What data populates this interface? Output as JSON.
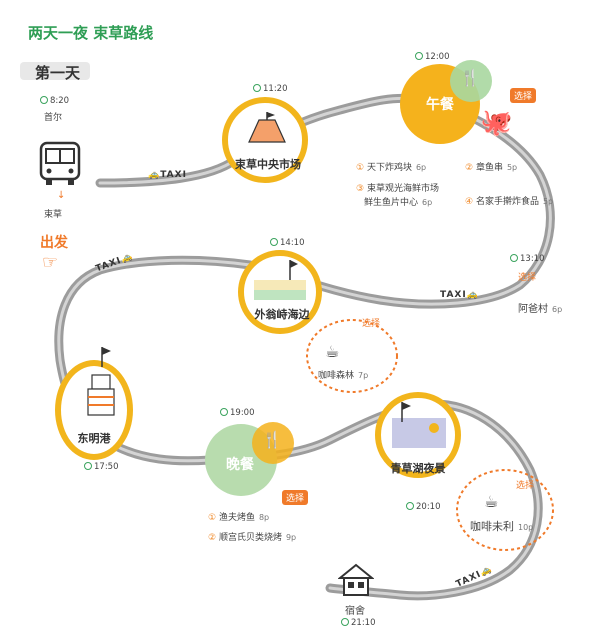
{
  "title": "两天一夜 束草路线",
  "day_label": "第一天",
  "start": {
    "time": "8:20",
    "from": "首尔",
    "to": "束草",
    "depart": "出发"
  },
  "stops": [
    {
      "key": "market",
      "name": "束草中央市场",
      "time": "11:20"
    },
    {
      "key": "lunch",
      "name": "午餐",
      "time": "12:00",
      "choice": "选择",
      "options": [
        {
          "rank": "①",
          "name": "天下炸鸡块",
          "price": "6p"
        },
        {
          "rank": "②",
          "name": "章鱼串",
          "price": "5p"
        },
        {
          "rank": "③",
          "name": "束草观光海鲜市场鲜生鱼片中心",
          "line1": "束草观光海鲜市场",
          "line2": "鲜生鱼片中心",
          "price": "6p"
        },
        {
          "rank": "④",
          "name": "名家手擀炸食品",
          "price": "5p"
        }
      ]
    },
    {
      "key": "village",
      "name": "阿爸村",
      "time": "13:10",
      "choice": "选择",
      "price": "6p"
    },
    {
      "key": "beach",
      "name": "外翁峙海边",
      "time": "14:10"
    },
    {
      "key": "cafe1",
      "name": "咖啡森林",
      "choice": "选择",
      "price": "7p"
    },
    {
      "key": "port",
      "name": "东明港",
      "time": "17:50"
    },
    {
      "key": "dinner",
      "name": "晚餐",
      "time": "19:00",
      "choice": "选择",
      "options": [
        {
          "rank": "①",
          "name": "渔夫烤鱼",
          "price": "8p"
        },
        {
          "rank": "②",
          "name": "顺宫氏贝类烧烤",
          "price": "9p"
        }
      ]
    },
    {
      "key": "lake",
      "name": "青草湖夜景",
      "time": "20:10"
    },
    {
      "key": "cafe2",
      "name": "咖啡未利",
      "choice": "选择",
      "price": "10p"
    },
    {
      "key": "lodging",
      "name": "宿舍",
      "time": "21:10"
    }
  ],
  "taxi_label": "TAXI",
  "colors": {
    "accent_green": "#2f9e55",
    "ring_yellow": "#f2b51c",
    "orange": "#f07a2a",
    "road": "#a8a8a8"
  },
  "icons": [
    "bus-icon",
    "flag-icon",
    "taxi-icon",
    "coffee-cup-icon",
    "octopus-icon",
    "house-icon",
    "clock-icon",
    "pointing-hand-icon"
  ]
}
